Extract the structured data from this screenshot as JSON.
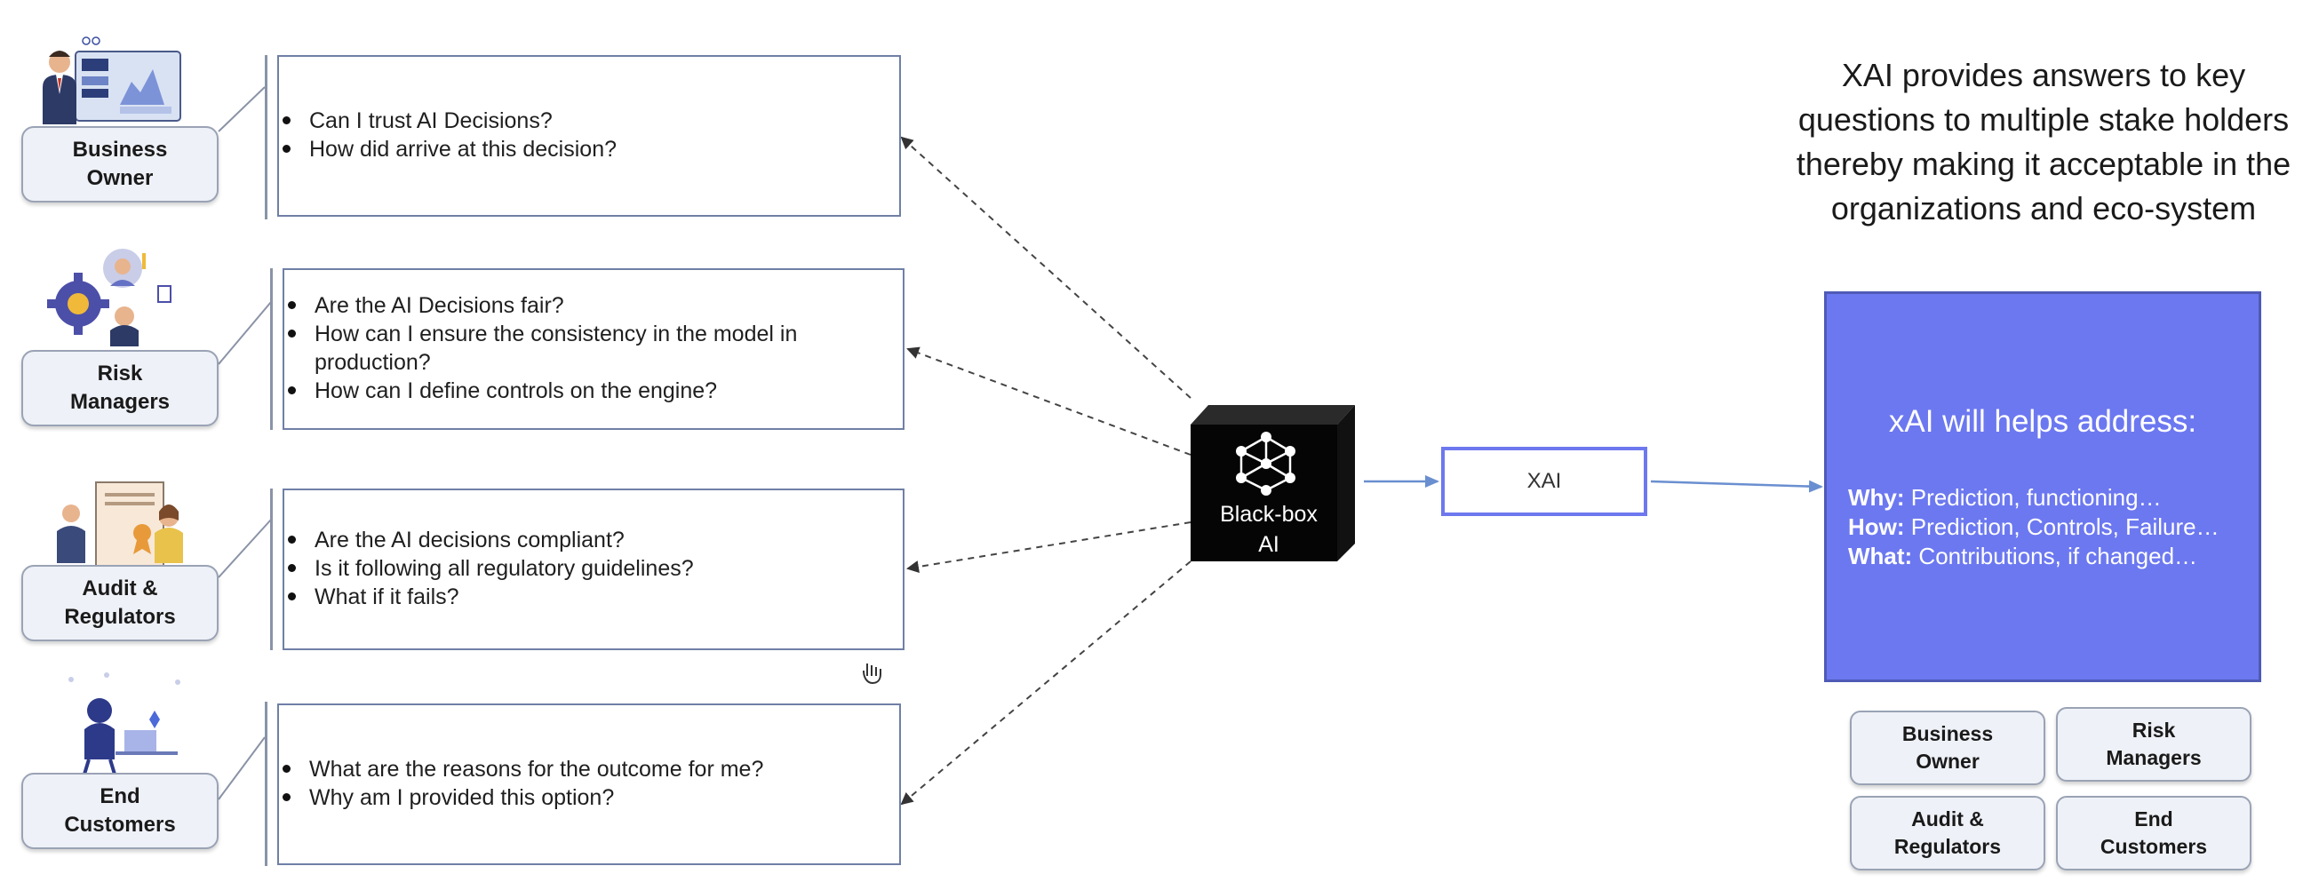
{
  "stakeholders": [
    {
      "name": "Business\nOwner",
      "questions": [
        "Can I trust AI Decisions?",
        "How did arrive at this decision?"
      ]
    },
    {
      "name": "Risk\nManagers",
      "questions": [
        "Are the AI Decisions fair?",
        "How can I ensure the consistency in the model in production?",
        "How can I define controls on the engine?"
      ]
    },
    {
      "name": "Audit &\nRegulators",
      "questions": [
        "Are the AI decisions compliant?",
        "Is it following all regulatory guidelines?",
        "What if it fails?"
      ]
    },
    {
      "name": "End\nCustomers",
      "questions": [
        "What are the reasons for the outcome for me?",
        "Why am I provided this option?"
      ]
    }
  ],
  "blackbox": {
    "label": "Black-box\nAI"
  },
  "xai": {
    "label": "XAI"
  },
  "headline": "XAI provides answers to key questions to multiple stake holders thereby making it acceptable in the organizations and eco-system",
  "panel": {
    "title": "xAI will helps address:",
    "lines": [
      {
        "key": "Why:",
        "text": " Prediction, functioning…"
      },
      {
        "key": "How:",
        "text": " Prediction, Controls, Failure…"
      },
      {
        "key": "What:",
        "text": " Contributions, if changed…"
      }
    ]
  },
  "summary": [
    "Business\nOwner",
    "Risk\nManagers",
    "Audit &\nRegulators",
    "End\nCustomers"
  ],
  "colors": {
    "panel": "#6c78f0",
    "border": "#6f7fa6",
    "arrow": "#444444",
    "xai_border": "#6d78ee"
  }
}
